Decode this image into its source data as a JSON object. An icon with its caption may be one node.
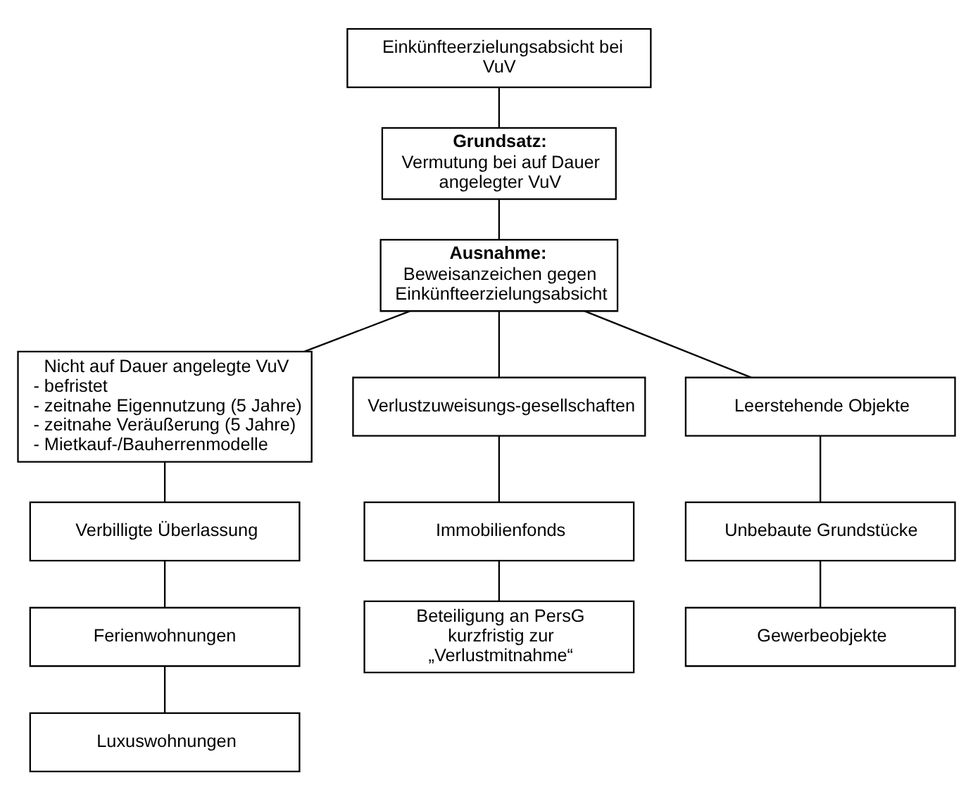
{
  "diagram": {
    "nodes": [
      {
        "text": [
          "Einkünfteerzielungsabsicht bei VuV"
        ]
      },
      {
        "text": [
          "Grundsatz:",
          "Vermutung bei auf Dauer angelegter VuV"
        ]
      },
      {
        "text": [
          "Ausnahme:",
          "Beweisanzeichen gegen Einkünfteerzielungsabsicht"
        ]
      },
      {
        "text": [
          "Nicht auf Dauer angelegte VuV",
          "- befristet",
          "- zeitnahe Eigennutzung (5 Jahre)",
          "- zeitnahe Veräußerung (5 Jahre)",
          "- Mietkauf-/Bauherrenmodelle"
        ]
      },
      {
        "text": [
          "Verlustzuweisungs-gesellschaften"
        ]
      },
      {
        "text": [
          "Leerstehende Objekte"
        ]
      },
      {
        "text": [
          "Verbilligte Überlassung"
        ]
      },
      {
        "text": [
          "Ferienwohnungen"
        ]
      },
      {
        "text": [
          "Luxuswohnungen"
        ]
      },
      {
        "text": [
          "Immobilienfonds"
        ]
      },
      {
        "text": [
          "Beteiligung an PersG kurzfristig zur „Verlustmitnahme“"
        ]
      },
      {
        "text": [
          "Unbebaute Grundstücke"
        ]
      },
      {
        "text": [
          "Gewerbeobjekte"
        ]
      }
    ],
    "edges": [
      {
        "from": 0,
        "to": 1,
        "arrow": "none"
      },
      {
        "from": 1,
        "to": 2,
        "arrow": "none"
      },
      {
        "from": 2,
        "to": 3,
        "arrow": "none"
      },
      {
        "from": 2,
        "to": 4,
        "arrow": "none"
      },
      {
        "from": 2,
        "to": 5,
        "arrow": "none"
      },
      {
        "from": 3,
        "to": 6,
        "arrow": "none"
      },
      {
        "from": 6,
        "to": 7,
        "arrow": "none"
      },
      {
        "from": 7,
        "to": 8,
        "arrow": "none"
      },
      {
        "from": 4,
        "to": 9,
        "arrow": "none"
      },
      {
        "from": 9,
        "to": 10,
        "arrow": "none"
      },
      {
        "from": 5,
        "to": 11,
        "arrow": "none"
      },
      {
        "from": 11,
        "to": 12,
        "arrow": "none"
      }
    ]
  }
}
